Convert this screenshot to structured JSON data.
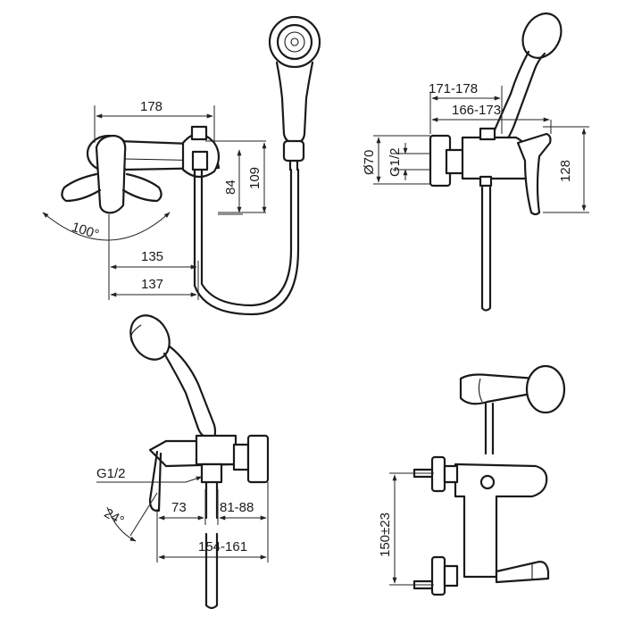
{
  "views": {
    "top_left": {
      "dims": {
        "width_178": "178",
        "height_84": "84",
        "height_109": "109",
        "angle_100": "100°",
        "offset_135": "135",
        "offset_137": "137"
      }
    },
    "top_right": {
      "dims": {
        "range_171_178": "171-178",
        "range_166_173": "166-173",
        "dia_70": "Ø70",
        "thread_g12": "G1/2",
        "height_128": "128"
      }
    },
    "bottom_left": {
      "dims": {
        "thread_g12": "G1/2",
        "angle_24": "24°",
        "depth_73": "73",
        "range_81_88": "81-88",
        "range_154_161": "154-161"
      }
    },
    "bottom_right": {
      "dims": {
        "centers_150": "150±23"
      }
    }
  }
}
